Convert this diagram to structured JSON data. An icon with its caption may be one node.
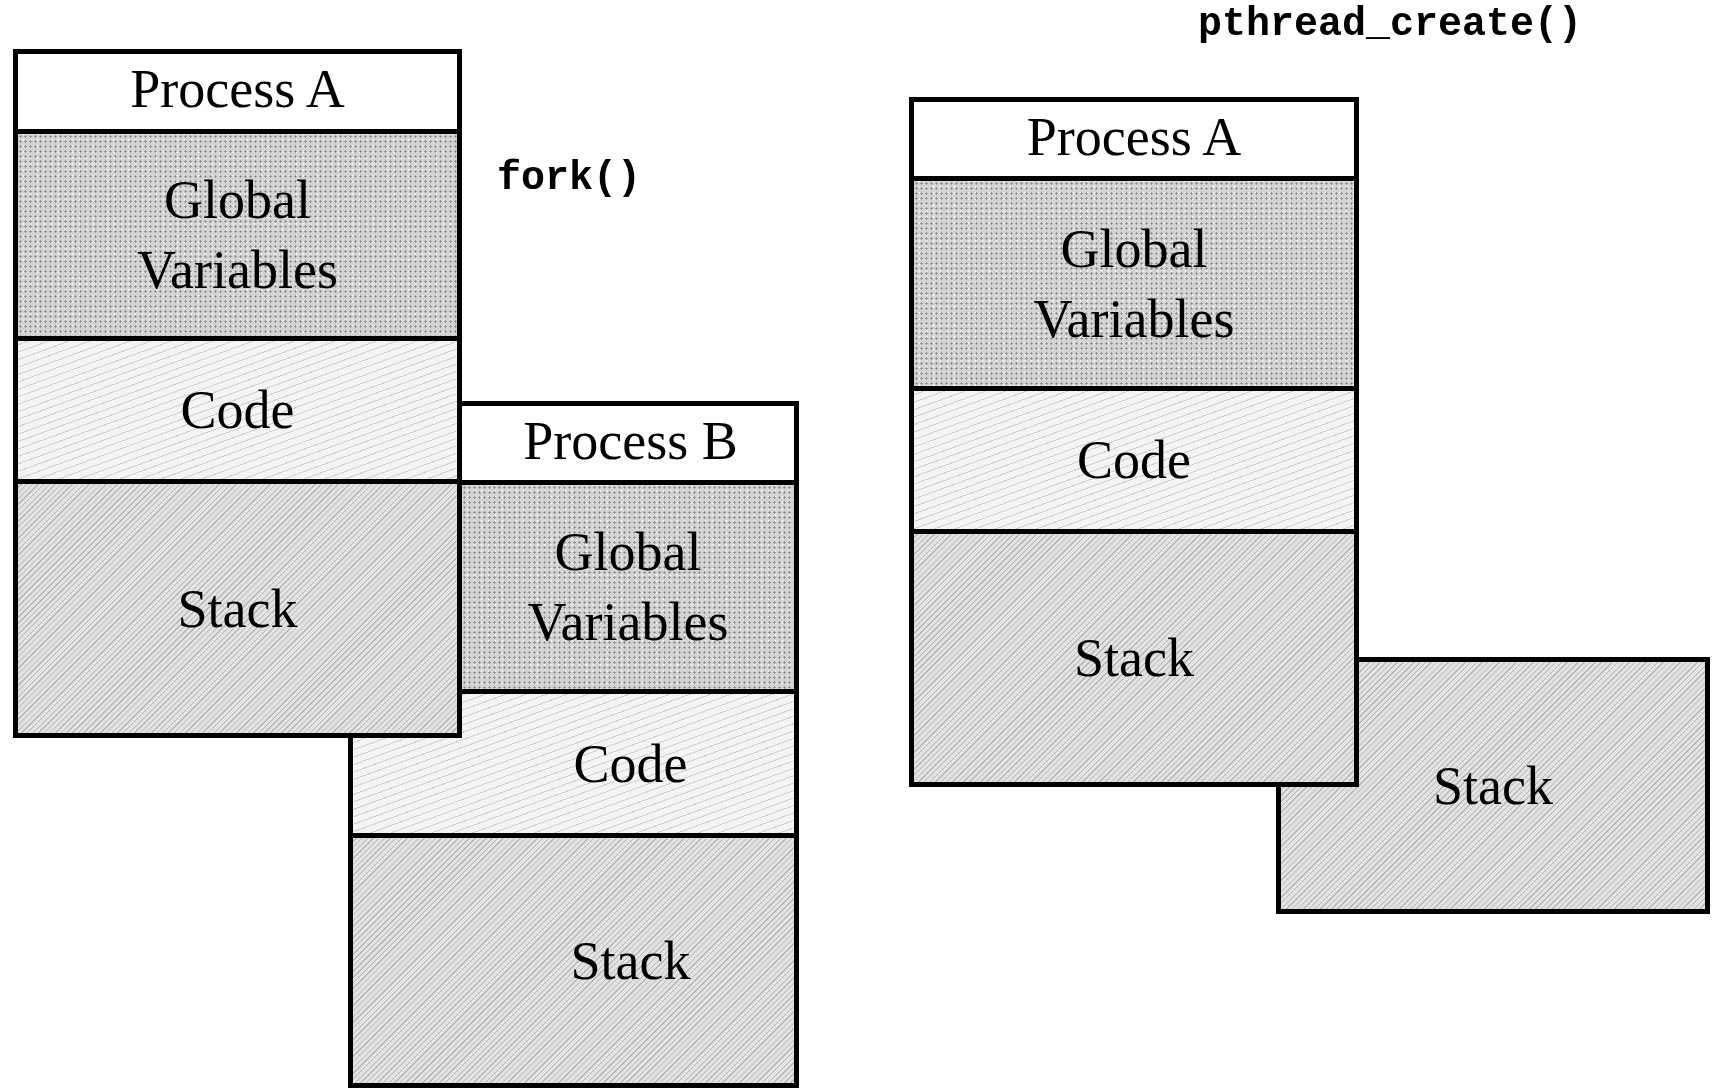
{
  "diagram": {
    "nodes": [
      {
        "text": [
          "Process A"
        ]
      },
      {
        "text": [
          "Global Variables"
        ],
        "in": 0
      },
      {
        "text": [
          "Code"
        ],
        "in": 0
      },
      {
        "text": [
          "Stack"
        ],
        "in": 0
      },
      {
        "text": [
          "Process B"
        ]
      },
      {
        "text": [
          "Global Variables"
        ],
        "in": 4
      },
      {
        "text": [
          "Code"
        ],
        "in": 4
      },
      {
        "text": [
          "Stack"
        ],
        "in": 4
      },
      {
        "text": [
          "Process A"
        ]
      },
      {
        "text": [
          "Global Variables"
        ],
        "in": 8
      },
      {
        "text": [
          "Code"
        ],
        "in": 8
      },
      {
        "text": [
          "Stack"
        ],
        "in": 8
      },
      {
        "text": [
          "Stack"
        ]
      }
    ],
    "labels": [
      "pthread_create()",
      "fork()"
    ]
  }
}
